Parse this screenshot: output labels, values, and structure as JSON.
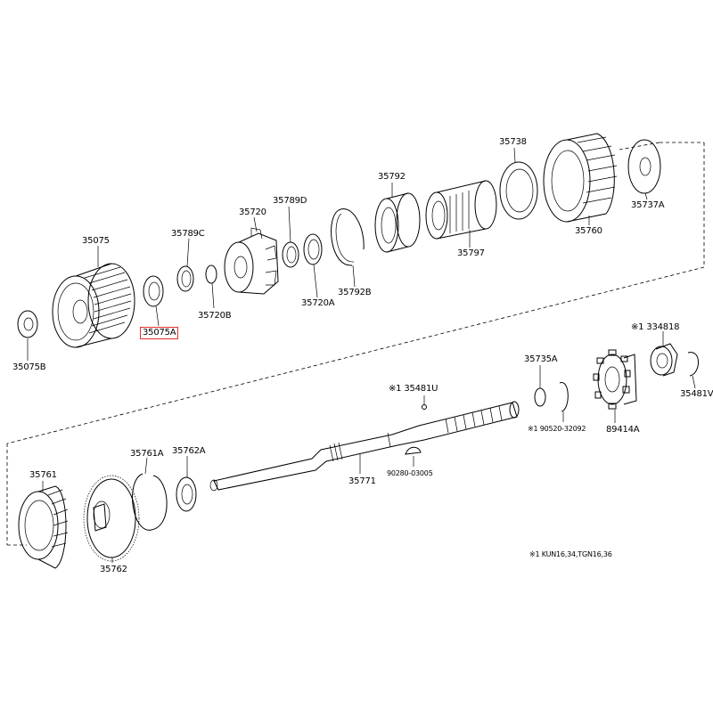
{
  "diagram": {
    "labels": {
      "p35075": "35075",
      "p35075B": "35075B",
      "p35075A": "35075A",
      "p35789C": "35789C",
      "p35720B": "35720B",
      "p35720": "35720",
      "p35789D": "35789D",
      "p35720A": "35720A",
      "p35792": "35792",
      "p35792B": "35792B",
      "p35797": "35797",
      "p35738": "35738",
      "p35760": "35760",
      "p35737A": "35737A",
      "p334818": "※1 334818",
      "p35481V": "35481V",
      "p35735A": "35735A",
      "p35481U": "※1 35481U",
      "p90520": "※1 90520-32092",
      "p89414A": "89414A",
      "p90280": "90280-03005",
      "p35771": "35771",
      "p35761": "35761",
      "p35761A": "35761A",
      "p35762A": "35762A",
      "p35762": "35762",
      "footnote": "※1  KUN16,34,TGN16,36"
    },
    "highlight_color": "#e0332f"
  }
}
